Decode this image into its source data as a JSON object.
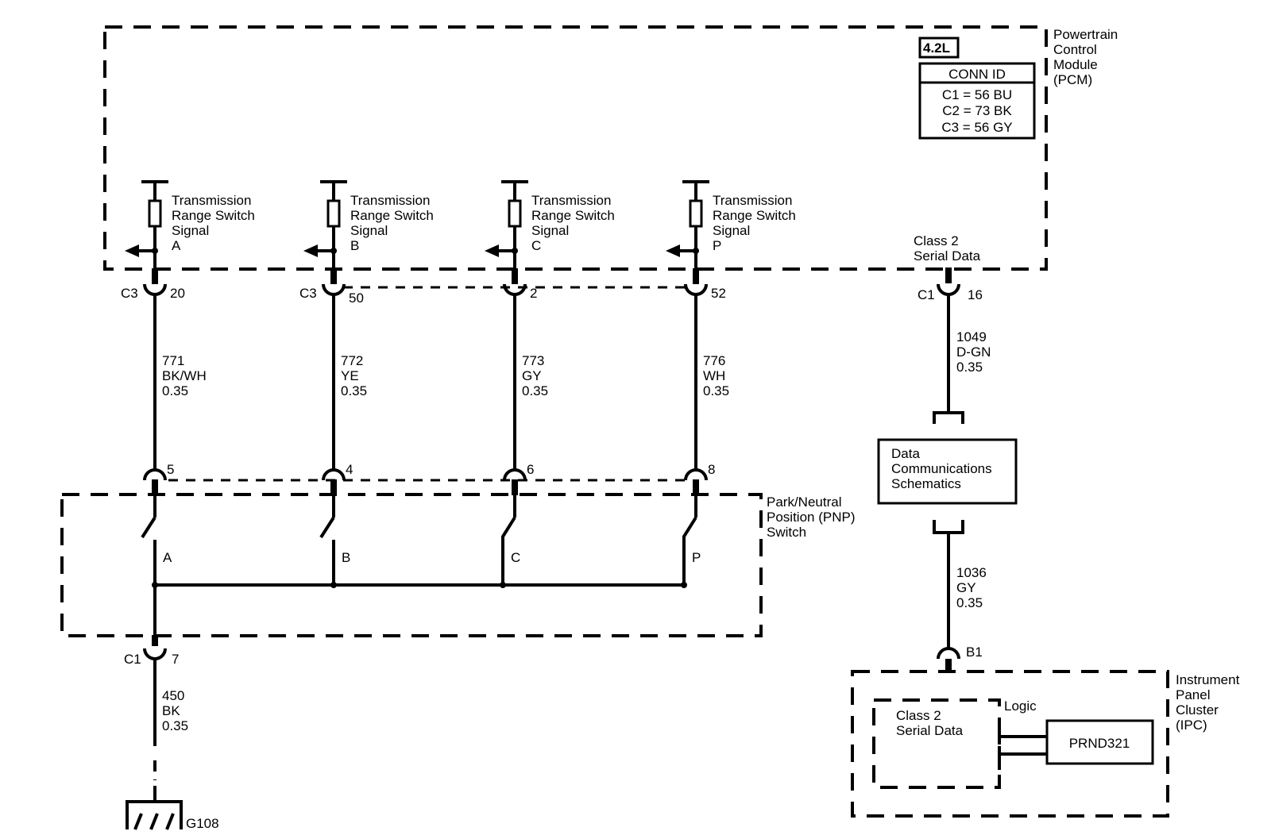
{
  "pcm": {
    "title_lines": [
      "Powertrain",
      "Control",
      "Module",
      "(PCM)"
    ],
    "engine_badge": "4.2L",
    "conn_id_header": "CONN ID",
    "conn_ids": [
      "C1 = 56 BU",
      "C2 = 73 BK",
      "C3 = 56 GY"
    ],
    "signals": [
      {
        "lines": [
          "Transmission",
          "Range Switch",
          "Signal",
          "A"
        ]
      },
      {
        "lines": [
          "Transmission",
          "Range Switch",
          "Signal",
          "B"
        ]
      },
      {
        "lines": [
          "Transmission",
          "Range Switch",
          "Signal",
          "C"
        ]
      },
      {
        "lines": [
          "Transmission",
          "Range Switch",
          "Signal",
          "P"
        ]
      }
    ],
    "serial_data_lines": [
      "Class 2",
      "Serial Data"
    ]
  },
  "pcm_connectors": [
    {
      "conn": "C3",
      "pin": "20"
    },
    {
      "conn": "C3",
      "pin": "50"
    },
    {
      "conn": "",
      "pin": "2"
    },
    {
      "conn": "",
      "pin": "52"
    }
  ],
  "serial_connector": {
    "conn": "C1",
    "pin": "16"
  },
  "wires": [
    {
      "circuit": "771",
      "color": "BK/WH",
      "gauge": "0.35"
    },
    {
      "circuit": "772",
      "color": "YE",
      "gauge": "0.35"
    },
    {
      "circuit": "773",
      "color": "GY",
      "gauge": "0.35"
    },
    {
      "circuit": "776",
      "color": "WH",
      "gauge": "0.35"
    }
  ],
  "serial_wire_top": {
    "circuit": "1049",
    "color": "D-GN",
    "gauge": "0.35"
  },
  "serial_wire_bottom": {
    "circuit": "1036",
    "color": "GY",
    "gauge": "0.35"
  },
  "data_comm_box": {
    "lines": [
      "Data",
      "Communications",
      "Schematics"
    ]
  },
  "pnp": {
    "title_lines": [
      "Park/Neutral",
      "Position (PNP)",
      "Switch"
    ],
    "pins": [
      "5",
      "4",
      "6",
      "8"
    ],
    "contacts": [
      "A",
      "B",
      "C",
      "P"
    ],
    "ground_connector": {
      "conn": "C1",
      "pin": "7"
    }
  },
  "ground_wire": {
    "circuit": "450",
    "color": "BK",
    "gauge": "0.35"
  },
  "ground": {
    "label": "G108"
  },
  "ipc": {
    "title_lines": [
      "Instrument",
      "Panel",
      "Cluster",
      "(IPC)"
    ],
    "connector_pin": "B1",
    "logic_label": "Logic",
    "serial_lines": [
      "Class 2",
      "Serial Data"
    ],
    "display_label": "PRND321"
  }
}
